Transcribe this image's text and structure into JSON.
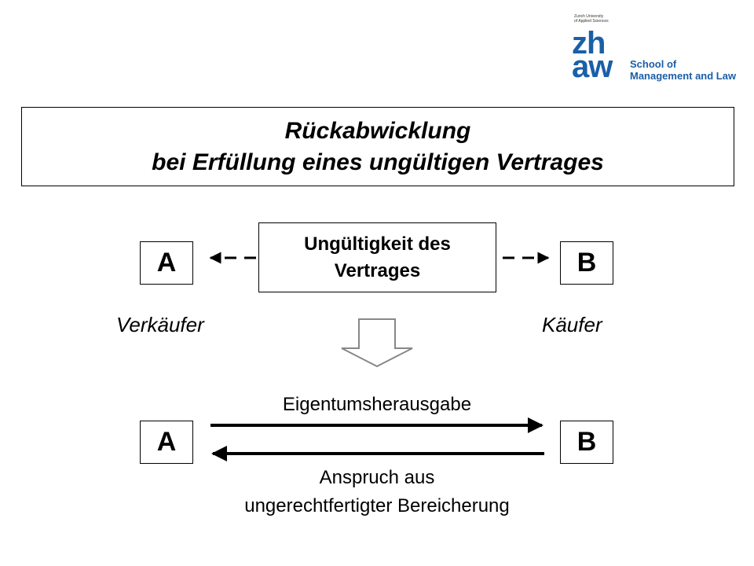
{
  "logo": {
    "university_line1": "Zurich University",
    "university_line2": "of Applied Sciences",
    "mark_top": "zh",
    "mark_bottom": "aw",
    "school_line1": "School of",
    "school_line2": "Management and Law",
    "brand_color": "#1a5fa8"
  },
  "title": {
    "line1": "Rückabwicklung",
    "line2": "bei Erfüllung eines ungültigen Vertrages"
  },
  "top_row": {
    "party_left": "A",
    "party_right": "B",
    "center_line1": "Ungültigkeit des",
    "center_line2": "Vertrages",
    "role_left": "Verkäufer",
    "role_right": "Käufer"
  },
  "bottom_row": {
    "party_left": "A",
    "party_right": "B",
    "arrow_right_label": "Eigentumsherausgabe",
    "arrow_left_label_line1": "Anspruch aus",
    "arrow_left_label_line2": "ungerechtfertigter Bereicherung"
  }
}
